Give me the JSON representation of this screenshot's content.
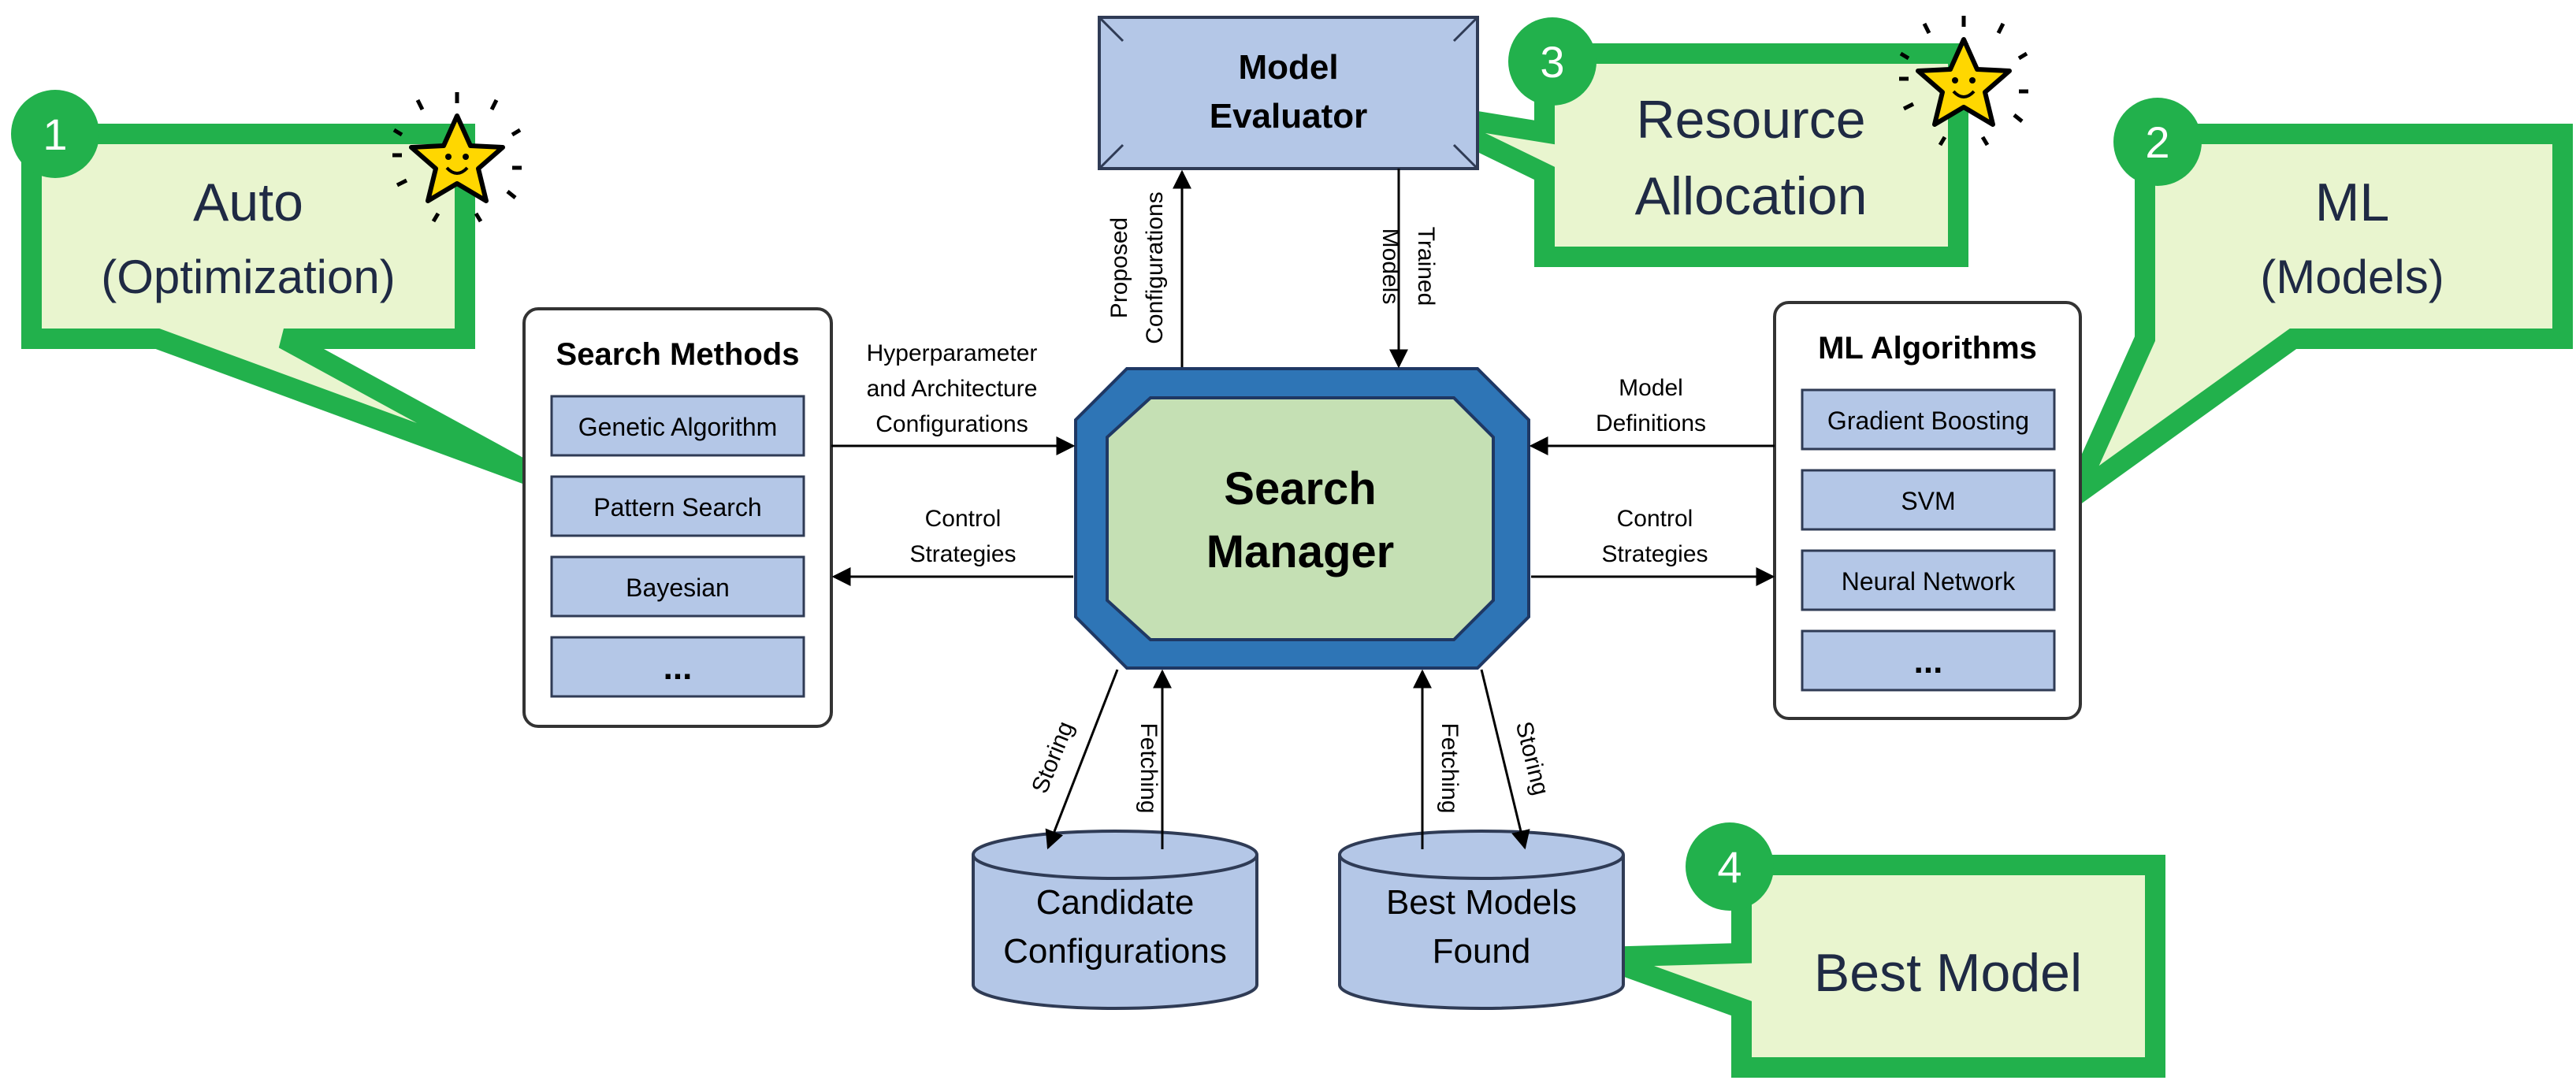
{
  "diagram": {
    "search_methods": {
      "title": "Search Methods",
      "items": [
        "Genetic Algorithm",
        "Pattern Search",
        "Bayesian",
        "..."
      ]
    },
    "ml_algorithms": {
      "title": "ML Algorithms",
      "items": [
        "Gradient Boosting",
        "SVM",
        "Neural Network",
        "..."
      ]
    },
    "model_evaluator": {
      "line1": "Model",
      "line2": "Evaluator"
    },
    "search_manager": {
      "line1": "Search",
      "line2": "Manager"
    },
    "candidate_db": {
      "line1": "Candidate",
      "line2": "Configurations"
    },
    "best_db": {
      "line1": "Best Models",
      "line2": "Found"
    },
    "edges": {
      "hyper_l1": "Hyperparameter",
      "hyper_l2": "and Architecture",
      "hyper_l3": "Configurations",
      "control_left_l1": "Control",
      "control_left_l2": "Strategies",
      "model_def_l1": "Model",
      "model_def_l2": "Definitions",
      "control_right_l1": "Control",
      "control_right_l2": "Strategies",
      "proposed_l1": "Proposed",
      "proposed_l2": "Configurations",
      "trained_l1": "Trained",
      "trained_l2": "Models",
      "storing_left": "Storing",
      "fetching_left": "Fetching",
      "fetching_right": "Fetching",
      "storing_right": "Storing"
    },
    "callouts": [
      {
        "number": "1",
        "line1": "Auto",
        "line2": "(Optimization)"
      },
      {
        "number": "2",
        "line1": "ML",
        "line2": "(Models)"
      },
      {
        "number": "3",
        "line1": "Resource",
        "line2": "Allocation"
      },
      {
        "number": "4",
        "line1": "Best Model"
      }
    ]
  },
  "colors": {
    "box_blue": "#b4c7e7",
    "box_border": "#2f3b55",
    "manager_outer": "#2e75b6",
    "manager_inner": "#c5e0b4",
    "callout_fill": "#e9f5cf",
    "callout_border": "#22b14c",
    "star": "#ffd700"
  }
}
